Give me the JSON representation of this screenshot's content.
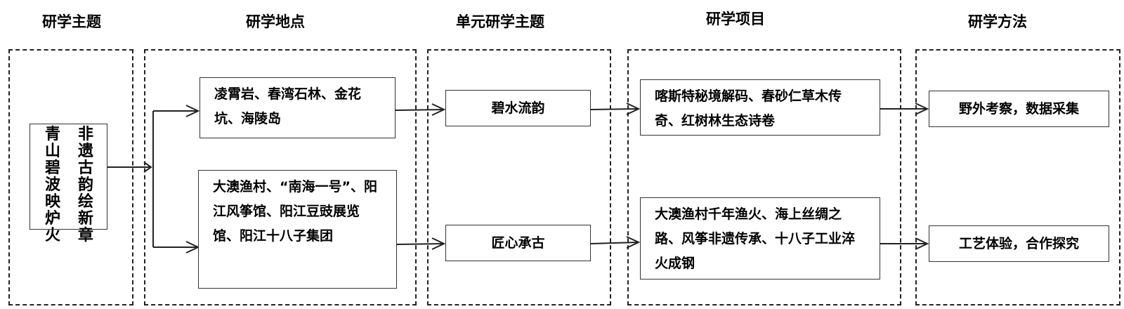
{
  "headers": {
    "theme": "研学主题",
    "location": "研学地点",
    "unit": "单元研学主题",
    "project": "研学项目",
    "method": "研学方法"
  },
  "theme_lines": [
    "非遗古韵绘新章",
    "青山碧波映炉火"
  ],
  "locations": [
    "凌霄岩、春湾石林、金花坑、海陵岛",
    "大澳渔村、“南海一号”、阳江风筝馆、阳江豆豉展览馆、阳江十八子集团"
  ],
  "units": [
    "碧水流韵",
    "匠心承古"
  ],
  "projects": [
    "喀斯特秘境解码、春砂仁草木传奇、红树林生态诗卷",
    "大澳渔村千年渔火、海上丝绸之路、风筝非遗传承、十八子工业淬火成钢"
  ],
  "methods": [
    "野外考察，数据采集",
    "工艺体验，合作探究"
  ]
}
